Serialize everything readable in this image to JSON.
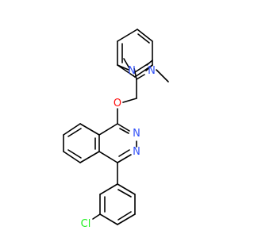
{
  "molecule": {
    "atoms": {
      "N_methyl": "N",
      "N_imine": "N",
      "O_ether": "O",
      "N_pz1": "N",
      "N_pz2": "N",
      "Cl": "Cl"
    }
  },
  "colors": {
    "bond": "#000000",
    "nitrogen": "#3050F8",
    "oxygen": "#FF0D0D",
    "chlorine": "#1FF01F"
  }
}
